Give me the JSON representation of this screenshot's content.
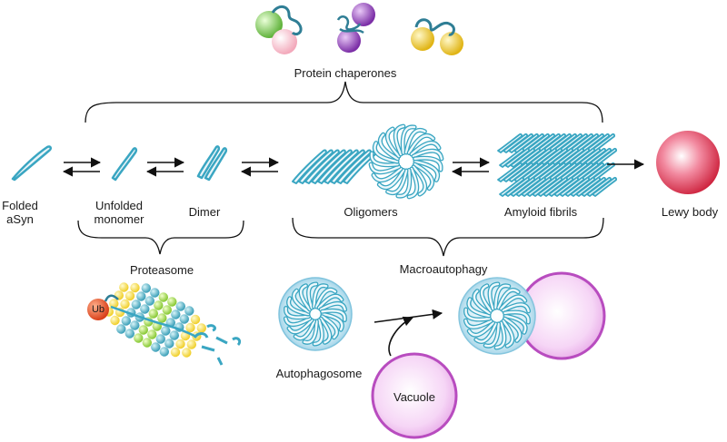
{
  "labels": {
    "chaperones": "Protein chaperones",
    "folded_line1": "Folded",
    "folded_line2": "aSyn",
    "unfolded_line1": "Unfolded",
    "unfolded_line2": "monomer",
    "dimer": "Dimer",
    "oligomers": "Oligomers",
    "amyloid": "Amyloid fibrils",
    "lewy": "Lewy body",
    "proteasome": "Proteasome",
    "macroautophagy": "Macroautophagy",
    "ub": "Ub",
    "autophagosome": "Autophagosome",
    "vacuole": "Vacuole"
  },
  "colors": {
    "protein_teal": "#3aa6c2",
    "protein_light": "#e6f4f8",
    "lewy_red": "#d8273f",
    "vacuole_purple": "#b84cbf",
    "vacuole_fill": "#f2c9f2",
    "autophagosome_blue": "#8fd0e6",
    "chaperone_green": "#6cc04a",
    "chaperone_pink": "#f5b7c5",
    "chaperone_purple": "#8a3fb4",
    "chaperone_yellow": "#f0c820",
    "ub_orange": "#e8562a"
  }
}
